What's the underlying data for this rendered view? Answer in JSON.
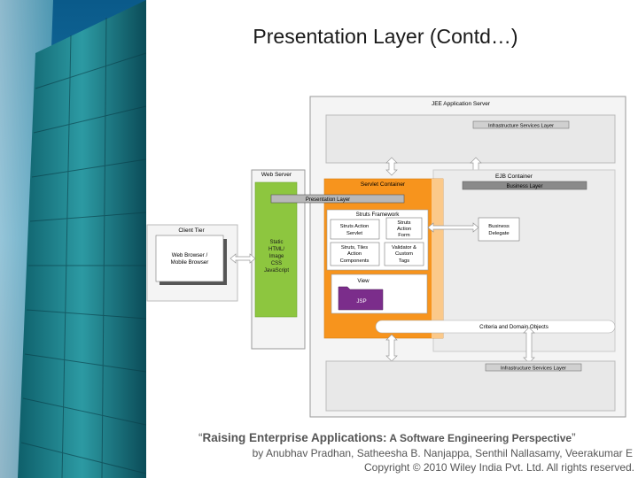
{
  "slide": {
    "title": "Presentation Layer (Contd…)",
    "footer": {
      "quote_open": "“",
      "book_title": "Raising Enterprise Applications:",
      "book_subtitle": " A Software Engineering Perspective",
      "quote_close": "”",
      "authors": "by Anubhav Pradhan, Satheesha B. Nanjappa, Senthil Nallasamy, Veerakumar E",
      "copyright": "Copyright © 2010 Wiley India Pvt. Ltd.  All rights reserved."
    }
  },
  "diagram": {
    "jee_server": "JEE Application Server",
    "infra_top": "Infrastructure Services Layer",
    "infra_bottom": "Infrastructure Services Layer",
    "ejb_container": "EJB Container",
    "business_layer": "Business Layer",
    "web_server": "Web Server",
    "servlet_container": "Servlet Container",
    "presentation_layer": "Presentation Layer",
    "client_tier": "Client Tier",
    "web_browser": [
      "Web Browser /",
      "Mobile Browser"
    ],
    "static_content": [
      "Static",
      "HTML/",
      "Image",
      "CSS",
      "JavaScript"
    ],
    "struts_framework": "Struts Framework",
    "action_servlet": [
      "Struts Action",
      "Servlet"
    ],
    "action_form": [
      "Struts",
      "Action",
      "Form"
    ],
    "tiles_components": [
      "Struts, Tiles",
      "Action",
      "Components"
    ],
    "validator_tags": [
      "Validator &",
      "Custom",
      "Tags"
    ],
    "view": "View",
    "jsp": "JSP",
    "business_delegate": [
      "Business",
      "Delegate"
    ],
    "criteria_objects": "Criteria and Domain Objects"
  },
  "colors": {
    "orange": "#f7941d",
    "orange_light": "#fbc98a",
    "green": "#8dc63f",
    "purple": "#7b2d8b",
    "grey_panel": "#e8e8e8",
    "dark_bar": "#8a8a8a"
  }
}
